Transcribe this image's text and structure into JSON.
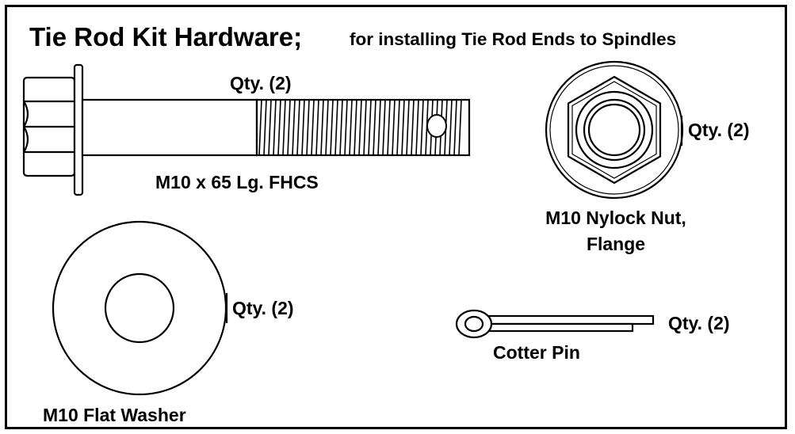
{
  "title": "Tie Rod Kit Hardware;",
  "subtitle": "for installing Tie Rod Ends to Spindles",
  "parts": {
    "bolt": {
      "name": "M10 x 65 Lg. FHCS",
      "qty": "Qty. (2)"
    },
    "nut": {
      "name_line1": "M10 Nylock Nut,",
      "name_line2": "Flange",
      "qty": "Qty. (2)"
    },
    "washer": {
      "name": "M10 Flat Washer",
      "qty": "Qty. (2)"
    },
    "cotter_pin": {
      "name": "Cotter Pin",
      "qty": "Qty. (2)"
    }
  },
  "colors": {
    "ink": "#000000",
    "background": "#ffffff"
  }
}
